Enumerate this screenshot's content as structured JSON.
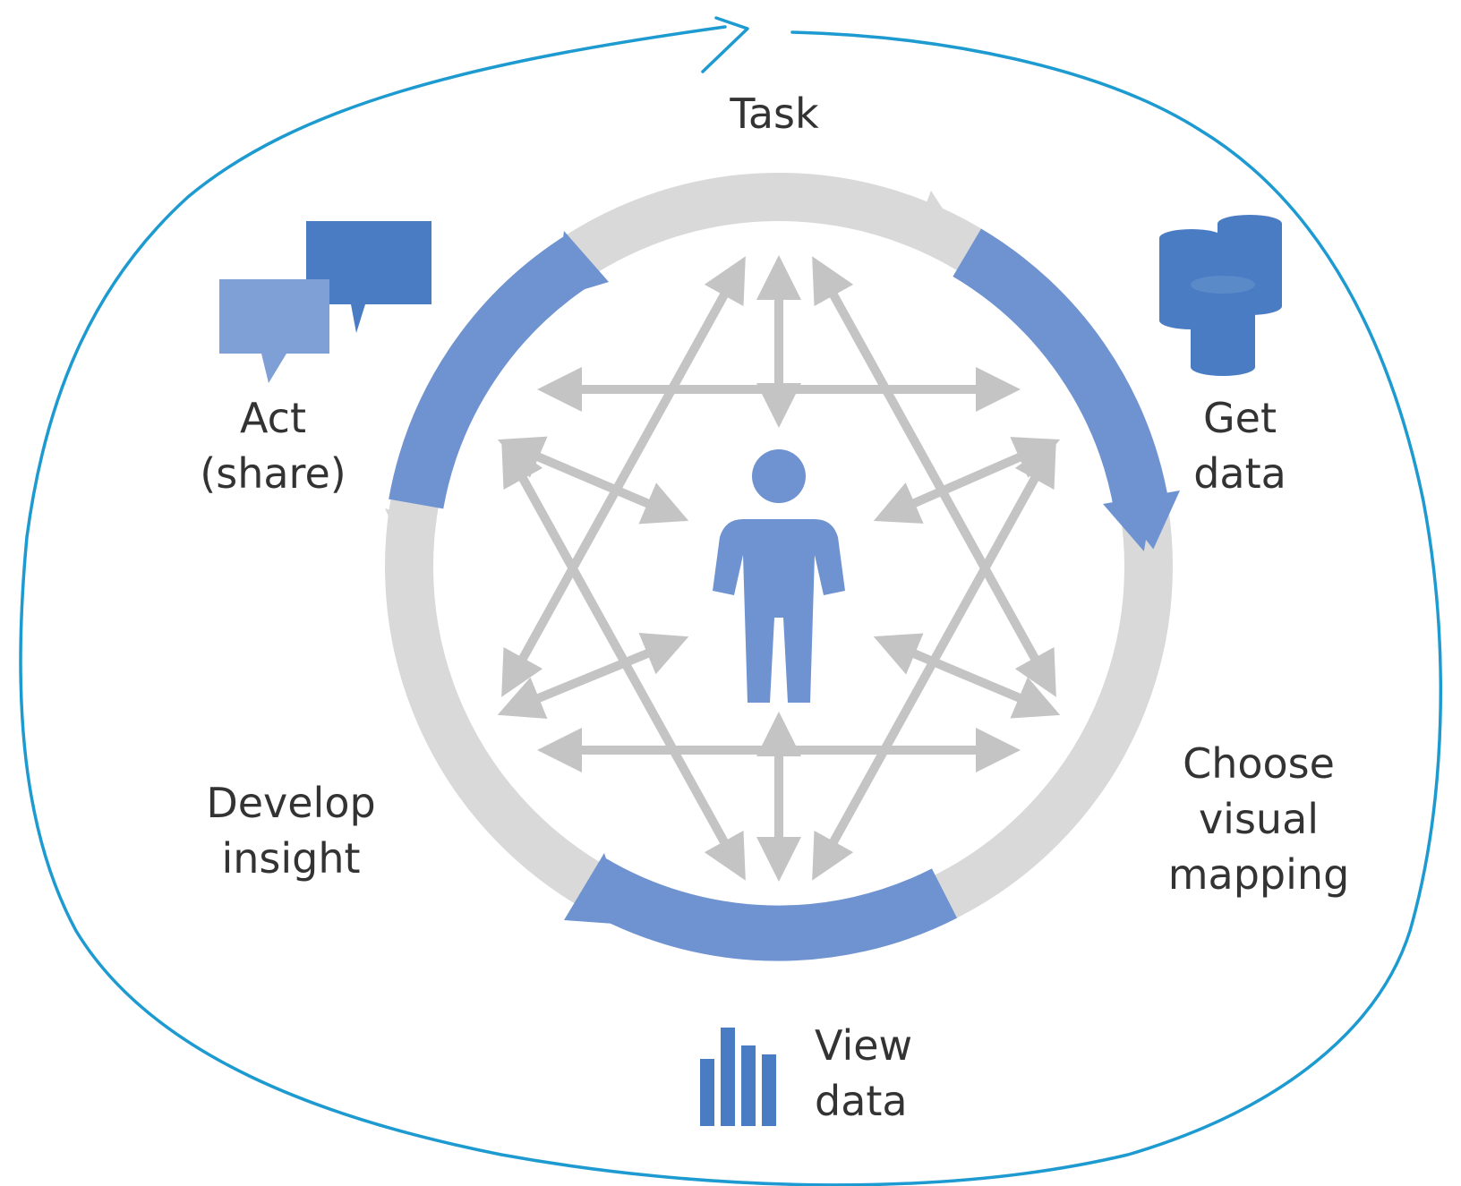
{
  "diagram": {
    "stages": {
      "task": [
        "Task"
      ],
      "get_data": [
        "Get",
        "data"
      ],
      "choose_visual_mapping": [
        "Choose",
        "visual",
        "mapping"
      ],
      "view_data": [
        "View",
        "data"
      ],
      "develop_insight": [
        "Develop",
        "insight"
      ],
      "act_share": [
        "Act",
        "(share)"
      ]
    },
    "icons": [
      "person-icon",
      "database-icon",
      "bar-chart-icon",
      "speech-bubbles-icon"
    ]
  },
  "colors": {
    "accent_blue": "#6f93d0",
    "icon_blue": "#4a7cc4",
    "ring_gray": "#d9d9d9",
    "arrow_gray": "#c4c4c4",
    "outline_cyan": "#1d9ad0"
  }
}
